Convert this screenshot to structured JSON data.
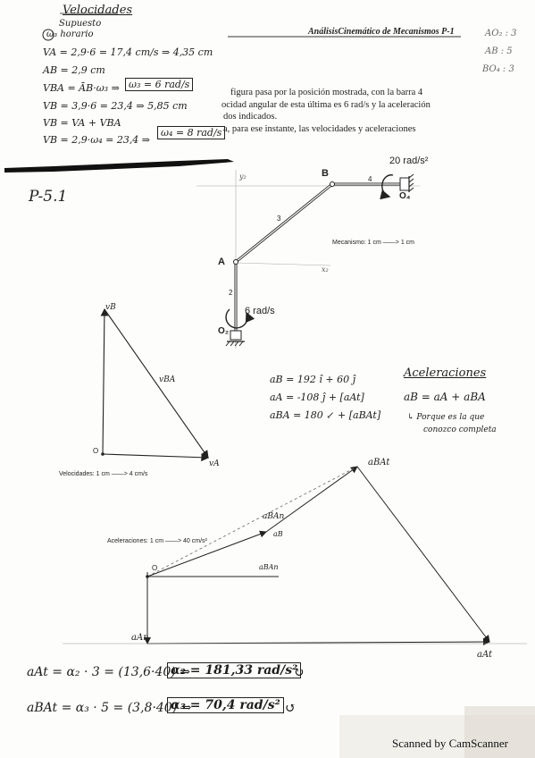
{
  "header": {
    "running_title": "AnálisisCinemático de Mecanismos P-1",
    "margin_notes": [
      "AO₂ : 3",
      "AB : 5",
      "BO₄ : 3"
    ]
  },
  "velocity_notes": {
    "title": "Velocidades",
    "subtitle_1": "Supuesto",
    "subtitle_2": "ω₃ horario",
    "lines": [
      "VA = 2,9·6 = 17,4 cm/s ⇒ 4,35 cm",
      "AB = 2,9 cm",
      "VBA = ĀB·ω₃ ⇒",
      "VB = 3,9·6 = 23,4 ⇒ 5,85 cm",
      "VB = VA + VBA",
      "VB = 2,9·ω₄ = 23,4 ⇒"
    ],
    "boxed_w3": "ω₃ = 6 rad/s",
    "boxed_w4": "ω₄ = 8 rad/s"
  },
  "problem_text": [
    "figura pasa por la posición mostrada, con la barra 4",
    "ocidad angular de esta última es 6 rad/s y la aceleración",
    "dos indicados.",
    "a, para ese instante, las velocidades y aceleraciones"
  ],
  "problem_label": "P-5.1",
  "mechanism": {
    "label_B": "B",
    "label_A": "A",
    "label_O2": "O₂",
    "label_O4": "O₄",
    "label_bar_2": "2",
    "label_bar_3": "3",
    "label_bar_4": "4",
    "label_omega": "6 rad/s",
    "label_alpha": "20 rad/s²",
    "scale": "Mecanismo: 1 cm ——> 1 cm",
    "axis_y": "y₂",
    "axis_x": "x₂"
  },
  "velocity_polygon": {
    "label_O": "O",
    "label_vB": "vB",
    "label_vBA": "vBA",
    "label_vA": "vA",
    "scale": "Velocidades: 1 cm ——> 4 cm/s"
  },
  "acceleration_notes": {
    "title": "Aceleraciones",
    "eq_1": "aB = 192 î + 60 ĵ",
    "eq_2": "aA = -108 ĵ + [aAt]",
    "eq_3": "aBA = 180 ↙ + [aBAt]",
    "relation": "aB = aA + aBA",
    "comment_1": "↳ Porque es la que",
    "comment_2": "conozco completa"
  },
  "acceleration_polygon": {
    "scale": "Aceleraciones: 1 cm ——> 40 cm/s²",
    "label_O": "O",
    "label_aBA_t": "aBAt",
    "label_aBA_n": "aBAn",
    "label_aB": "aB",
    "label_aA_n": "aAn",
    "label_aA_t": "aAt",
    "label_aBA_n2": "aBAn"
  },
  "results": {
    "line_1_lhs": "aAt = α₂ · 3 = (13,6·40) ⇒",
    "line_1_box": "α₂ = 181,33 rad/s²",
    "line_1_dir": "↻",
    "line_2_lhs": "aBAt = α₃ · 5 = (3,8·40) ⇒",
    "line_2_box": "α₃ = 70,4 rad/s²",
    "line_2_dir": "↺"
  },
  "footer": "Scanned by CamScanner"
}
